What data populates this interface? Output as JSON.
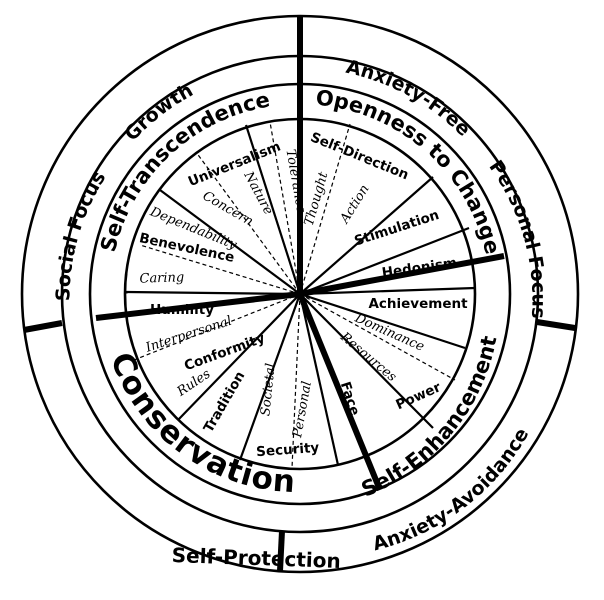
{
  "outer_ring": {
    "top_left": "Growth",
    "top_right": "Anxiety-Free",
    "left": "Social Focus",
    "right": "Personal Focus",
    "bottom_left": "Self-Protection",
    "bottom_right": "Anxiety-Avoidance"
  },
  "higher_order": {
    "self_transcendence": "Self-Transcendence",
    "openness_to_change": "Openness to Change",
    "self_enhancement": "Self-Enhancement",
    "conservation": "Conservation"
  },
  "values": {
    "universalism": "Universalism",
    "self_direction": "Self-Direction",
    "stimulation": "Stimulation",
    "hedonism": "Hedonism",
    "achievement": "Achievement",
    "power": "Power",
    "face": "Face",
    "security": "Security",
    "tradition": "Tradition",
    "conformity": "Conformity",
    "humility": "Humility",
    "benevolence": "Benevolence"
  },
  "subtypes": {
    "tolerance": "Tolerance",
    "nature": "Nature",
    "concern": "Concern",
    "thought": "Thought",
    "action": "Action",
    "dependability": "Dependability",
    "caring": "Caring",
    "dominance": "Dominance",
    "resources": "Resources",
    "interpersonal": "Interpersonal",
    "rules": "Rules",
    "societal": "Societal",
    "personal": "Personal"
  }
}
